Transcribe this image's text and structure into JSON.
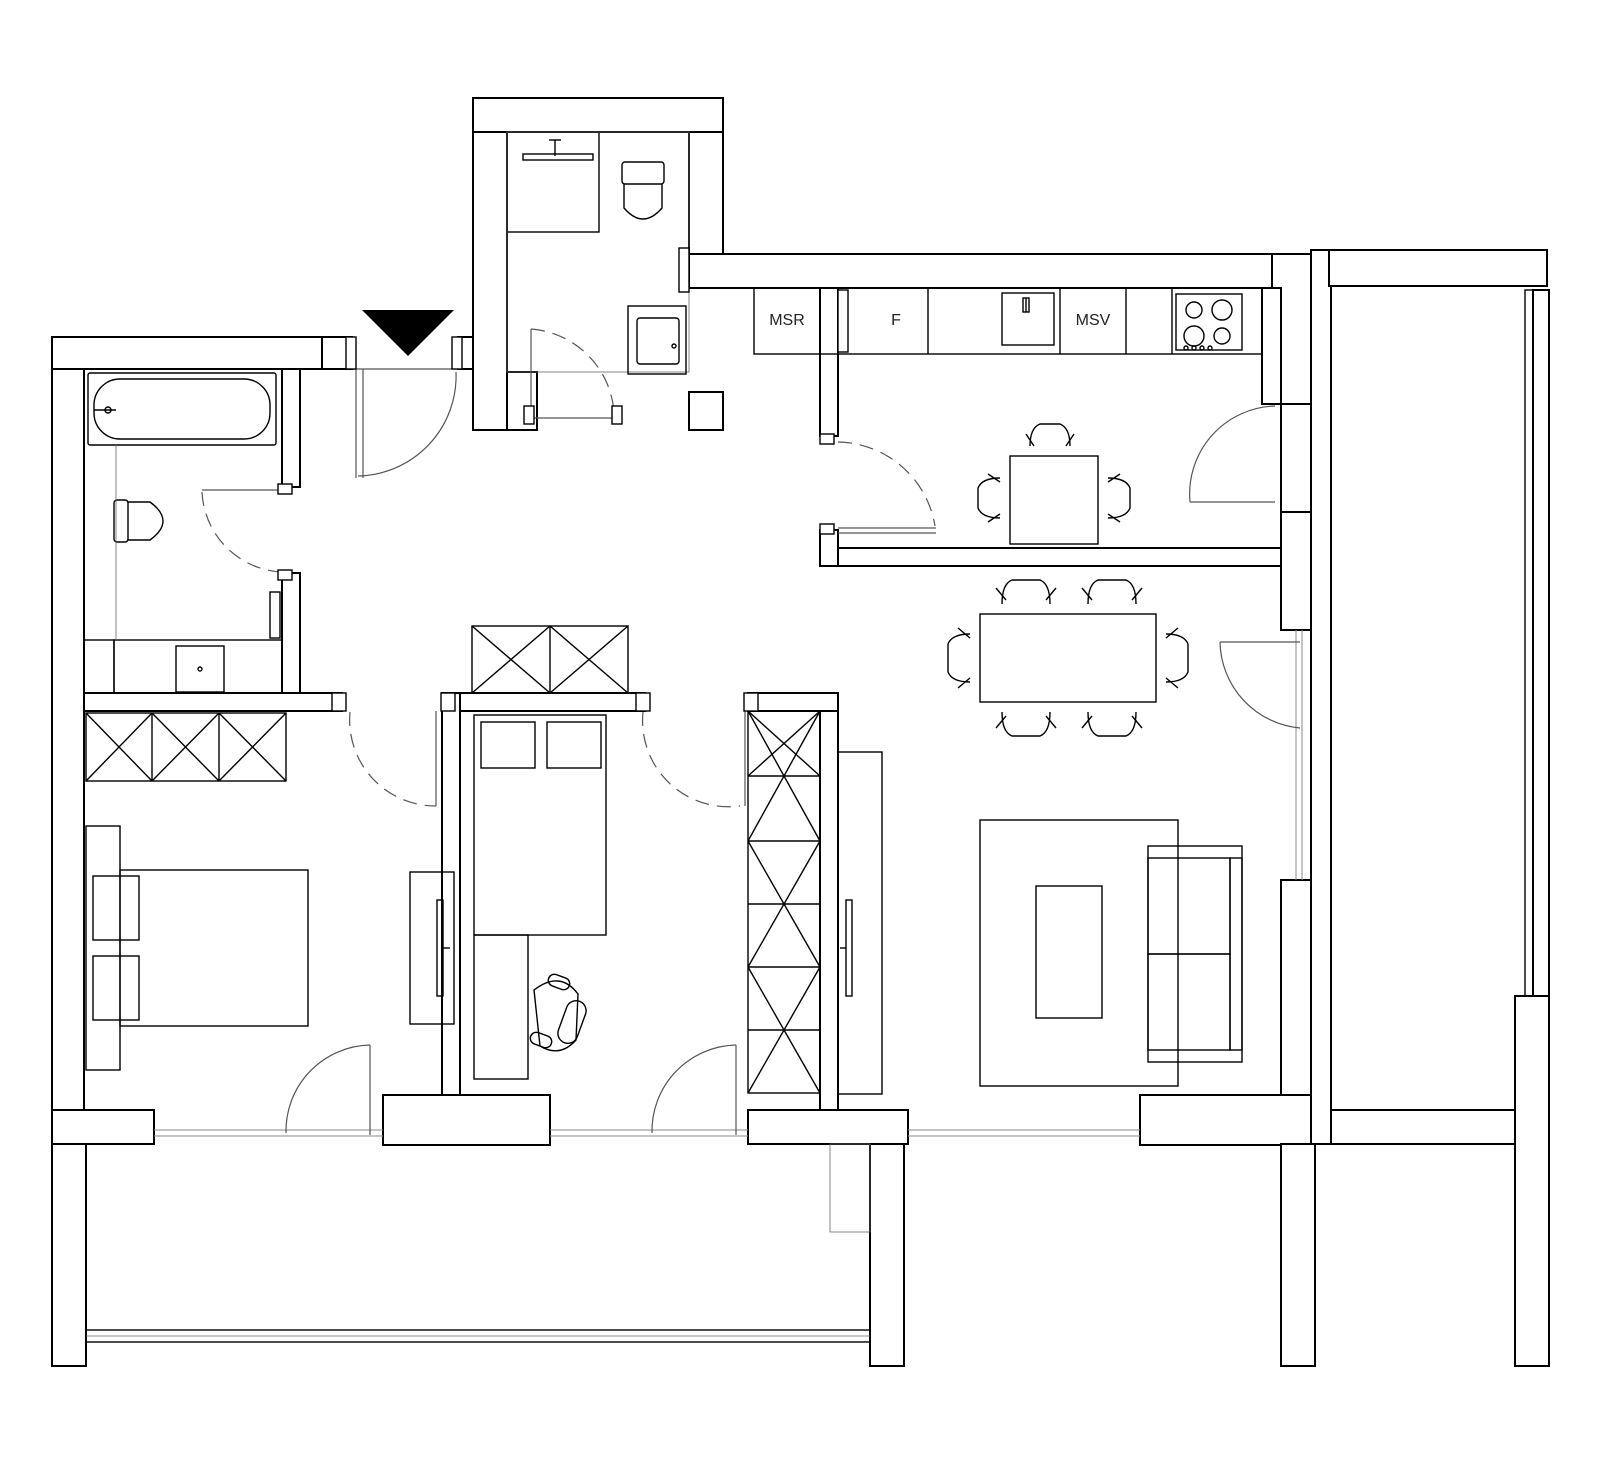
{
  "appliance_labels": {
    "msr": "MSR",
    "fridge": "F",
    "msv": "MSV"
  },
  "colors": {
    "line": "#000000",
    "background": "#ffffff",
    "swing": "#555555"
  },
  "icons": {
    "entrance": "entrance-triangle-icon"
  }
}
